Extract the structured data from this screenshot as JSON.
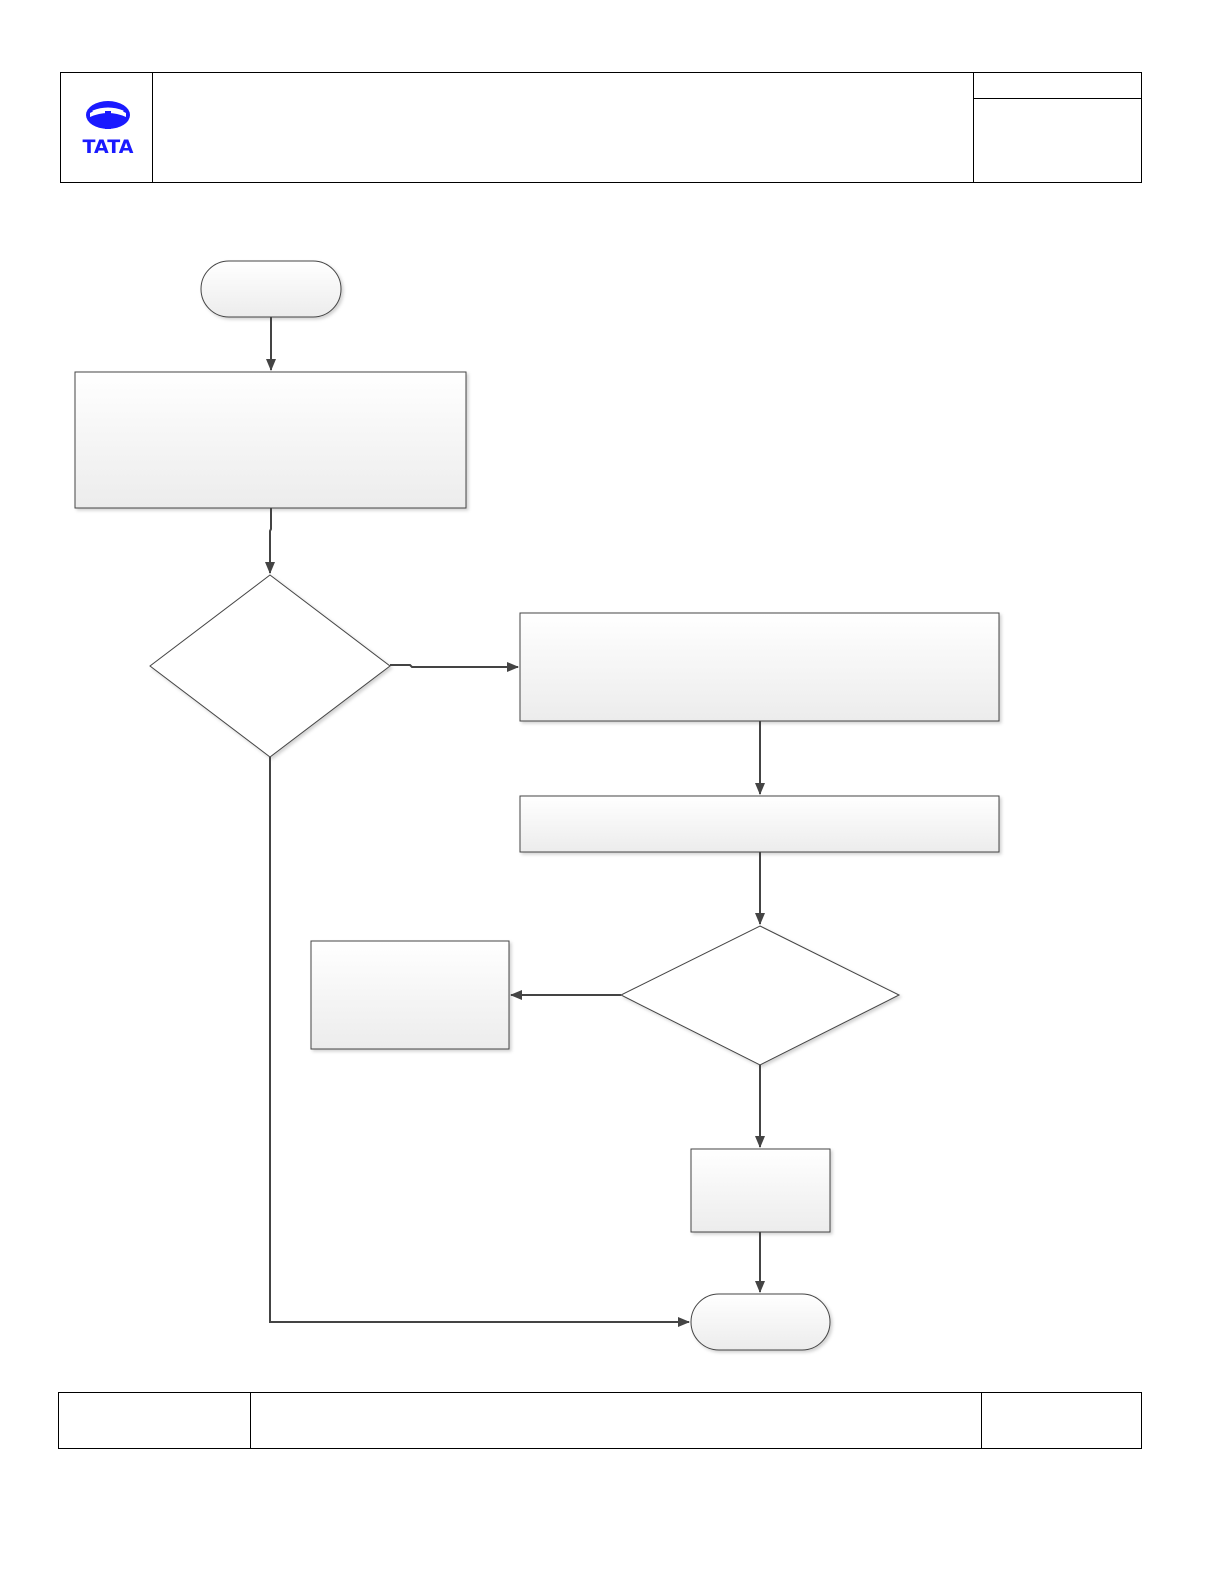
{
  "header": {
    "brand": "TATA",
    "brand_color": "#1a1aff",
    "title": "",
    "doc_no": "",
    "rev": ""
  },
  "flowchart": {
    "nodes": [
      {
        "id": "start",
        "shape": "terminator",
        "label": ""
      },
      {
        "id": "process-1",
        "shape": "process",
        "label": ""
      },
      {
        "id": "decision-1",
        "shape": "decision",
        "label": ""
      },
      {
        "id": "process-2",
        "shape": "process",
        "label": ""
      },
      {
        "id": "process-3",
        "shape": "process",
        "label": ""
      },
      {
        "id": "decision-2",
        "shape": "decision",
        "label": ""
      },
      {
        "id": "process-4",
        "shape": "process",
        "label": ""
      },
      {
        "id": "process-5",
        "shape": "process",
        "label": ""
      },
      {
        "id": "end",
        "shape": "terminator",
        "label": ""
      }
    ],
    "edges": [
      {
        "from": "start",
        "to": "process-1"
      },
      {
        "from": "process-1",
        "to": "decision-1"
      },
      {
        "from": "decision-1",
        "to": "process-2"
      },
      {
        "from": "decision-1",
        "to": "end"
      },
      {
        "from": "process-2",
        "to": "process-3"
      },
      {
        "from": "process-3",
        "to": "decision-2"
      },
      {
        "from": "decision-2",
        "to": "process-4"
      },
      {
        "from": "decision-2",
        "to": "process-5"
      },
      {
        "from": "process-5",
        "to": "end"
      }
    ],
    "colors": {
      "stroke": "#444444",
      "fill_top": "#ffffff",
      "fill_bottom": "#ececec"
    }
  },
  "footer": {
    "left": "",
    "middle": "",
    "right": ""
  }
}
